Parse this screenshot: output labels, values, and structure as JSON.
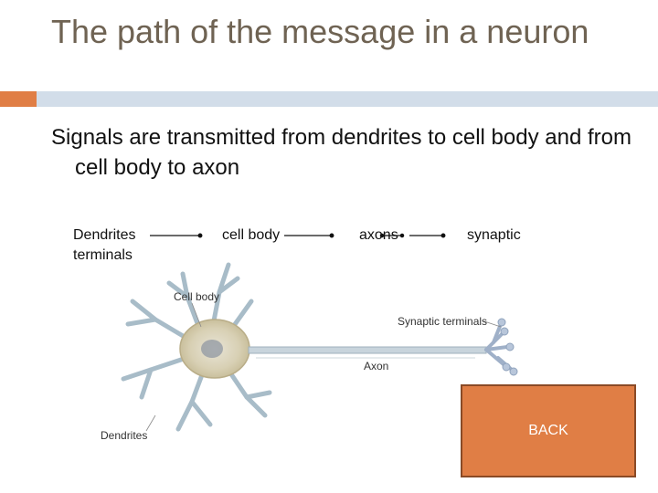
{
  "slide": {
    "title": "The path of the message in a neuron",
    "subtitle": "Signals are transmitted from dendrites to cell body and from cell body to axon"
  },
  "flow": {
    "step1_line1": "Dendrites",
    "step1_line2": "terminals",
    "step2": "cell body",
    "step3": "axons",
    "step4": "synaptic"
  },
  "diagram": {
    "label_cell_body": "Cell body",
    "label_synaptic_terminals": "Synaptic terminals",
    "label_axon": "Axon",
    "label_dendrites": "Dendrites"
  },
  "back_button": {
    "label": "BACK"
  },
  "colors": {
    "accent": "#e07e45",
    "rule_light": "#d2dde9",
    "title": "#6f6353"
  }
}
